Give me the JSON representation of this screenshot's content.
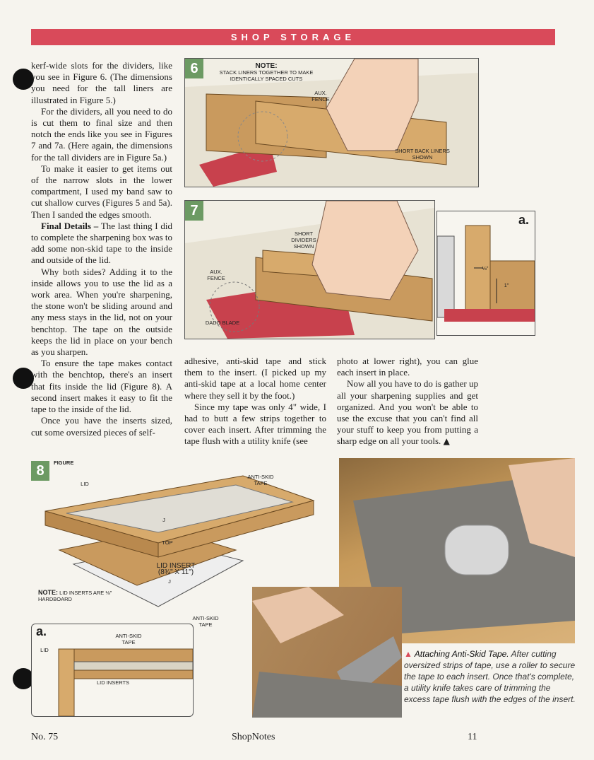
{
  "header": {
    "section": "SHOP STORAGE"
  },
  "column1": {
    "p1": "kerf-wide slots for the dividers, like you see in Figure 6. (The dimensions you need for the tall liners are illustrated in Figure 5.)",
    "p2": "For the dividers, all you need to do is cut them to final size and then notch the ends like you see in Figures 7 and 7a. (Here again, the dimensions for the tall dividers are in Figure 5a.)",
    "p3": "To make it easier to get items out of the narrow slots in the lower compartment, I used my band saw to cut shallow curves (Figures 5 and 5a). Then I sanded the edges smooth.",
    "p4_head": "Final Details –",
    "p4": " The last thing I did to complete the sharpening box was to add some non-skid tape to the inside and outside of the lid.",
    "p5": "Why both sides? Adding it to the inside allows you to use the lid as a work area. When you're sharpening, the stone won't be sliding around and any mess stays in the lid, not on your benchtop. The tape on the outside keeps the lid in place on your bench as you sharpen.",
    "p6": "To ensure the tape makes contact with the benchtop, there's an insert that fits inside the lid (Figure 8). A second insert makes it easy to fit the tape to the inside of the lid.",
    "p7": "Once you have the inserts sized, cut some oversized pieces of self-"
  },
  "column2": {
    "p1": "adhesive, anti-skid tape and stick them to the insert. (I picked up my anti-skid tape at a local home center where they sell it by the foot.)",
    "p2": "Since my tape was only 4\" wide, I had to butt a few strips together to cover each insert. After trimming the tape flush with a utility knife (see"
  },
  "column3": {
    "p1": "photo at lower right), you can glue each insert in place.",
    "p2": "Now all you have to do is gather up all your sharpening supplies and get organized. And you won't be able to use the excuse that you can't find all your stuff to keep you from putting a sharp edge on all your tools."
  },
  "figure6": {
    "number": "6",
    "note_title": "NOTE:",
    "note_text": "STACK LINERS TOGETHER TO MAKE IDENTICALLY SPACED CUTS",
    "aux_fence": "AUX. FENCE",
    "short_back": "SHORT BACK LINERS SHOWN"
  },
  "figure7": {
    "number": "7",
    "short_dividers": "SHORT DIVIDERS SHOWN",
    "aux_fence": "AUX. FENCE",
    "dado_blade": "DADO BLADE",
    "inset_label": "a.",
    "dim1": "⅛\"",
    "dim2": "1\""
  },
  "figure8": {
    "number": "8",
    "figure_word": "FIGURE",
    "lid": "LID",
    "anti_skid": "ANTI-SKID TAPE",
    "top": "TOP",
    "lid_insert": "LID INSERT",
    "lid_insert_dim": "(8¾\" x 11\")",
    "j1": "J",
    "j2": "J",
    "note_title": "NOTE:",
    "note_text": "LID INSERTS ARE ⅛\" HARDBOARD",
    "anti_skid_bottom": "ANTI-SKID TAPE"
  },
  "figure8a": {
    "label": "a.",
    "lid": "LID",
    "anti_skid": "ANTI-SKID TAPE",
    "lid_inserts": "LID INSERTS"
  },
  "caption": {
    "title": "Attaching Anti-Skid Tape.",
    "text": " After cutting oversized strips of tape, use a roller to secure the tape to each insert. Once that's complete, a utility knife takes care of trimming the excess tape flush with the edges of the insert."
  },
  "footer": {
    "left": "No. 75",
    "center": "ShopNotes",
    "right": "11"
  },
  "colors": {
    "header": "#d94a5a",
    "figure_number": "#6c9a63",
    "wood": "#c99a5e",
    "blade": "#c8414d"
  }
}
